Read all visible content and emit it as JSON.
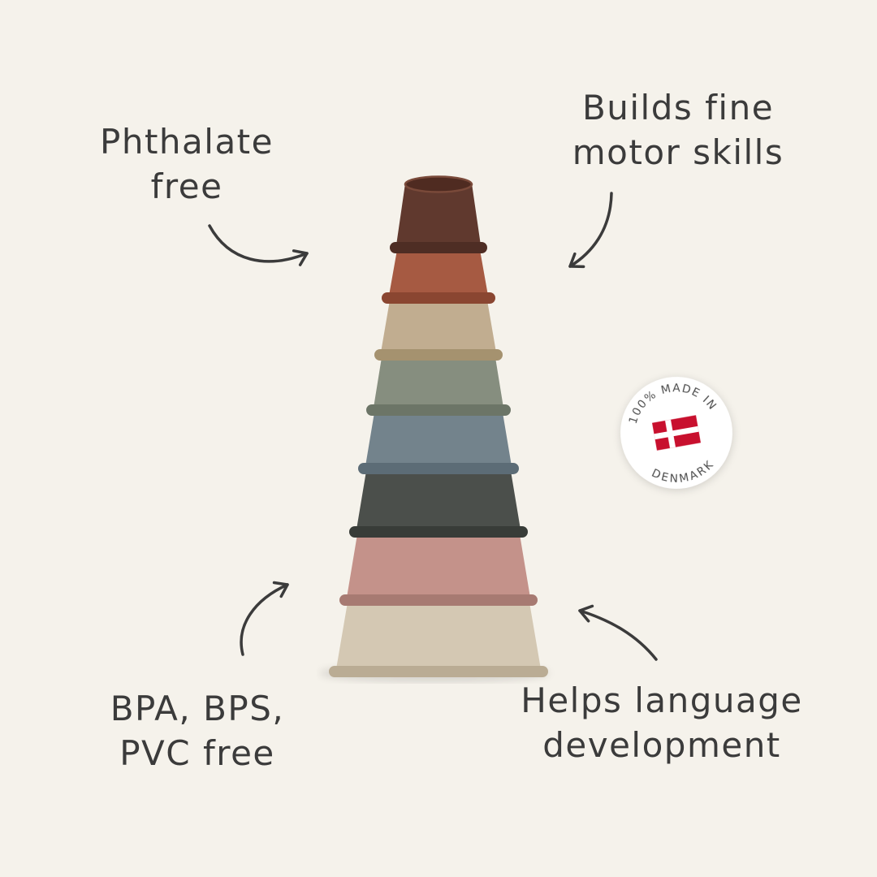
{
  "colors": {
    "background": "#f5f2eb",
    "ink": "#3b3b3b"
  },
  "annotations": {
    "phthalate_free": {
      "line1": "Phthalate",
      "line2": "free"
    },
    "fine_motor": {
      "line1": "Builds fine",
      "line2": "motor skills"
    },
    "bpa_free": {
      "line1": "BPA, BPS,",
      "line2": "PVC free"
    },
    "language": {
      "line1": "Helps language",
      "line2": "development"
    }
  },
  "badge": {
    "arc_top": "100% MADE IN",
    "arc_bottom": "DENMARK",
    "flag_red": "#c8102e",
    "flag_white": "#ffffff",
    "text_color": "#4d4d4d",
    "circle_color": "#ffffff"
  },
  "cups": [
    {
      "name": "dark-brown",
      "color": "#60392e",
      "rim_color": "#4e2d24",
      "top_color": "#4f2b21",
      "top_stroke": "#7a4a3a"
    },
    {
      "name": "rust",
      "color": "#a65a42",
      "rim_color": "#8a4631"
    },
    {
      "name": "beige",
      "color": "#c1ad90",
      "rim_color": "#a5926f"
    },
    {
      "name": "sage",
      "color": "#868e7f",
      "rim_color": "#6c7567"
    },
    {
      "name": "blue-gray",
      "color": "#73838c",
      "rim_color": "#5c6c76"
    },
    {
      "name": "charcoal",
      "color": "#4b4f4b",
      "rim_color": "#383c38"
    },
    {
      "name": "rose",
      "color": "#c4928a",
      "rim_color": "#a77a72"
    },
    {
      "name": "cream",
      "color": "#d4c8b3",
      "rim_color": "#baac94"
    }
  ]
}
